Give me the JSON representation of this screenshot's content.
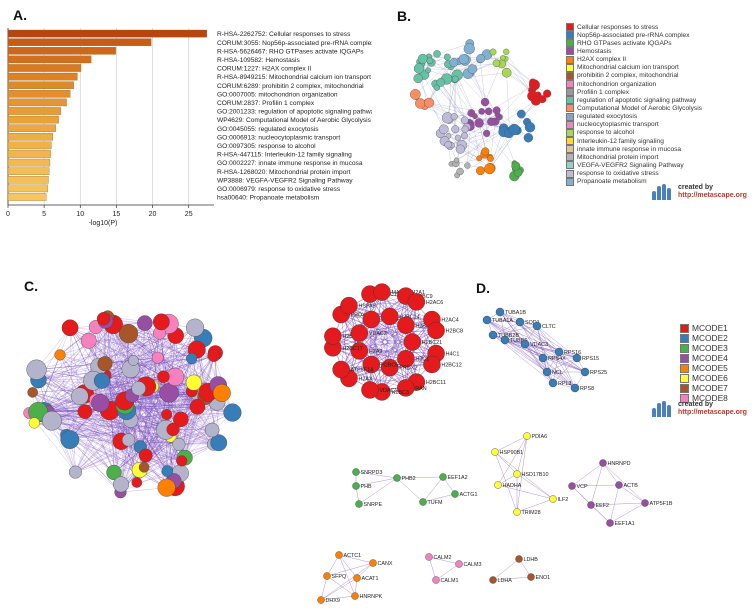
{
  "panels": {
    "a": "A.",
    "b": "B.",
    "c": "C.",
    "d": "D."
  },
  "chart_data": {
    "type": "bar",
    "orientation": "horizontal",
    "categories": [
      "R-HSA-2262752: Cellular responses to stress",
      "CORUM:3055: Nop56p-associated pre-rRNA complex",
      "R-HSA-5626467: RHO GTPases activate IQGAPs",
      "R-HSA-109582: Hemostasis",
      "CORUM:1227: H2AX complex II",
      "R-HSA-8949215: Mitochondrial calcium ion transport",
      "CORUM:6289: prohibitin 2 complex, mitochondrial",
      "GO:0007005: mitochondrion organization",
      "CORUM:2837: Profilin 1 complex",
      "GO:2001233: regulation of apoptotic signaling pathway",
      "WP4629: Computational Model of Aerobic Glycolysis",
      "GO:0045055: regulated exocytosis",
      "GO:0006913: nucleocytoplasmic transport",
      "GO:0097305: response to alcohol",
      "R-HSA-447115: Interleukin-12 family signaling",
      "GO:0002227: innate immune response in mucosa",
      "R-HSA-1268020: Mitochondrial protein import",
      "WP3888: VEGFA-VEGFR2 Signaling Pathway",
      "GO:0006979: response to oxidative stress",
      "hsa00640: Propanoate metabolism"
    ],
    "values": [
      27.5,
      19.8,
      14.9,
      11.5,
      10.1,
      9.6,
      9.1,
      8.6,
      8.1,
      7.3,
      7.0,
      6.6,
      6.2,
      6.0,
      5.9,
      5.8,
      5.7,
      5.6,
      5.5,
      5.3
    ],
    "xlabel": "-log10(P)",
    "ylabel": "",
    "xlim": [
      0,
      28.5
    ],
    "xticks": [
      "0",
      "5",
      "10",
      "15",
      "20",
      "25"
    ],
    "grid": true,
    "colors": [
      "#b5470e",
      "#c95c15",
      "#cf6619",
      "#d46f1c",
      "#d97a20",
      "#dc8124",
      "#df8928",
      "#e28f2c",
      "#e59631",
      "#e79d36",
      "#e9a33b",
      "#eba93f",
      "#edae44",
      "#eeb248",
      "#f0b64c",
      "#f1ba50",
      "#f2bd54",
      "#f3c058",
      "#f4c35c",
      "#f5c660"
    ]
  },
  "legend_b": {
    "items": [
      {
        "label": "Cellular responses to stress",
        "color": "#e41a1c"
      },
      {
        "label": "Nop56p-associated pre-rRNA complex",
        "color": "#377eb8"
      },
      {
        "label": "RHO GTPases activate IQGAPs",
        "color": "#4daf4a"
      },
      {
        "label": "Hemostasis",
        "color": "#984ea3"
      },
      {
        "label": "H2AX complex II",
        "color": "#ff7f00"
      },
      {
        "label": "Mitochondrial calcium ion transport",
        "color": "#ffff33"
      },
      {
        "label": "prohibitin 2 complex, mitochondrial",
        "color": "#a65628"
      },
      {
        "label": "mitochondrion organization",
        "color": "#f781bf"
      },
      {
        "label": "Profilin 1 complex",
        "color": "#999999"
      },
      {
        "label": "regulation of apoptotic signaling pathway",
        "color": "#66c2a5"
      },
      {
        "label": "Computational Model of Aerobic Glycolysis",
        "color": "#fc8d62"
      },
      {
        "label": "regulated exocytosis",
        "color": "#8da0cb"
      },
      {
        "label": "nucleocytoplasmic transport",
        "color": "#e78ac3"
      },
      {
        "label": "response to alcohol",
        "color": "#a6d854"
      },
      {
        "label": "Interleukin-12 family signaling",
        "color": "#ffd92f"
      },
      {
        "label": "innate immune response in mucosa",
        "color": "#e5c494"
      },
      {
        "label": "Mitochondrial protein import",
        "color": "#b3b3b3"
      },
      {
        "label": "VEGFA-VEGFR2 Signaling Pathway",
        "color": "#8dd3c7"
      },
      {
        "label": "response to oxidative stress",
        "color": "#bebada"
      },
      {
        "label": "Propanoate metabolism",
        "color": "#80b1d3"
      }
    ]
  },
  "legend_d": {
    "items": [
      {
        "label": "MCODE1",
        "color": "#e41a1c"
      },
      {
        "label": "MCODE2",
        "color": "#377eb8"
      },
      {
        "label": "MCODE3",
        "color": "#4daf4a"
      },
      {
        "label": "MCODE4",
        "color": "#984ea3"
      },
      {
        "label": "MCODE5",
        "color": "#ff7f00"
      },
      {
        "label": "MCODE6",
        "color": "#ffff33"
      },
      {
        "label": "MCODE7",
        "color": "#a65628"
      },
      {
        "label": "MCODE8",
        "color": "#f781bf"
      }
    ]
  },
  "branding": {
    "created_by": "created by",
    "url": "http://metascape.org"
  },
  "network_d_labels": {
    "m1": [
      "H2BC21",
      "H4C1",
      "H2BC12",
      "H3C1",
      "H2BC11",
      "RAN",
      "PRDX2",
      "H2BC3",
      "VDAC1",
      "H2BC5",
      "H2AX",
      "ATP5F1A",
      "H2AJ",
      "H2BC17",
      "H2BC4",
      "VDAC2",
      "PRDX1",
      "HSPA5",
      "HSPA9",
      "H2BC15",
      "MACROH2A1",
      "H2BC14",
      "H2BC9",
      "H2AC6",
      "H2BC10",
      "H2AC4",
      "H2BC8"
    ],
    "m2": [
      "TUBA1B",
      "TUBA1A",
      "SOD1",
      "CLTC",
      "TUBB2B",
      "TUBB6",
      "VDAC3",
      "RPS16",
      "RPS15",
      "RPS25",
      "NCL",
      "RPL3",
      "RPS8",
      "RPS4X"
    ],
    "m3": [
      "SNRPD3",
      "PHB2",
      "EEF1A2",
      "PHB",
      "SNRPE",
      "TUFM",
      "ACTG1"
    ],
    "m4": [
      "HNRNPD",
      "VCP",
      "ACTB",
      "EEF2",
      "ATP5F1B",
      "EEF1A1"
    ],
    "m5": [
      "ACTC1",
      "CANX",
      "SFPQ",
      "ACAT1",
      "HNRNPK",
      "DHX9"
    ],
    "m6": [
      "PDIA6",
      "HSP90B1",
      "HSD17B10",
      "HADHA",
      "ILF2",
      "TRIM28"
    ],
    "m7": [
      "LDHB",
      "LDHA",
      "ENO1"
    ],
    "m8": [
      "CALM2",
      "CALM3",
      "CALM1"
    ]
  }
}
